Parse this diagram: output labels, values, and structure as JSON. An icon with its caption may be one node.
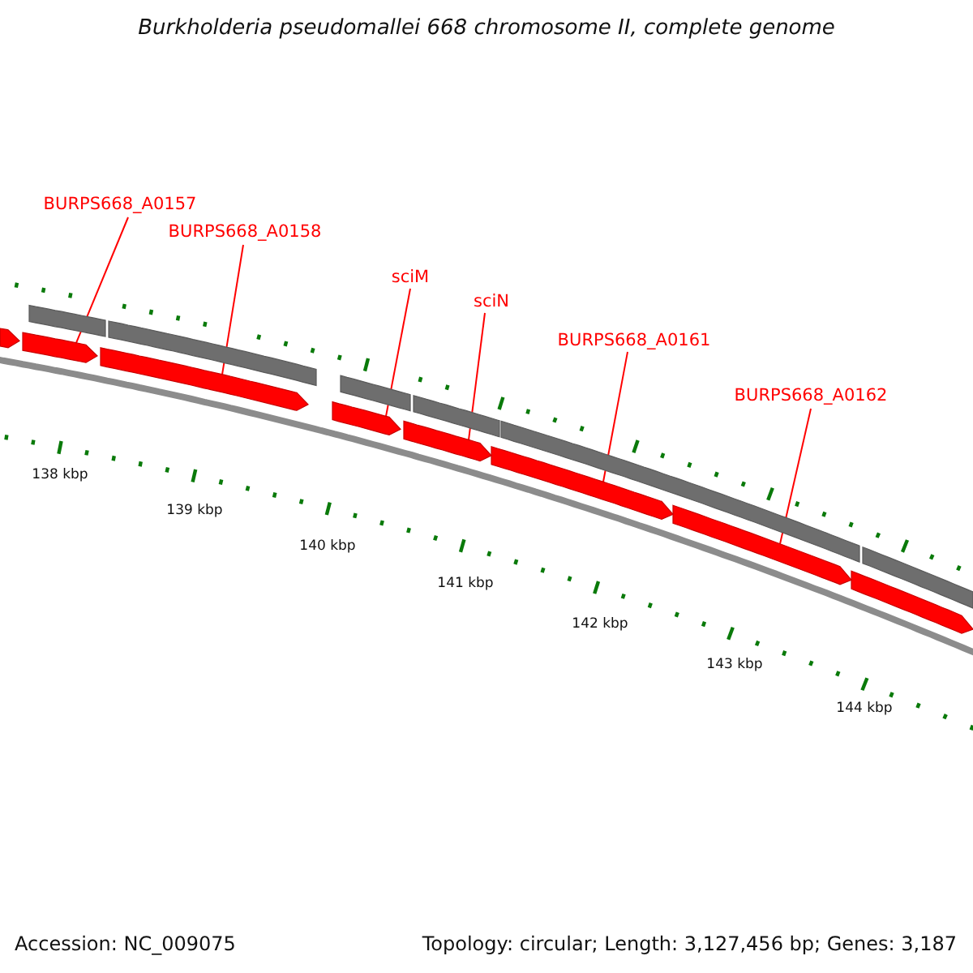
{
  "diagram": {
    "title": "Burkholderia pseudomallei 668 chromosome II, complete genome",
    "nodes": [
      {
        "text": [
          "BURPS668_A0157"
        ]
      },
      {
        "text": [
          "BURPS668_A0158"
        ]
      },
      {
        "text": [
          "sciM"
        ]
      },
      {
        "text": [
          "sciN"
        ]
      },
      {
        "text": [
          "BURPS668_A0161"
        ]
      },
      {
        "text": [
          "BURPS668_A0162"
        ]
      },
      {
        "text": [],
        "shape": "arrow"
      },
      {
        "text": [],
        "shape": "arrow"
      },
      {
        "text": [],
        "shape": "arrow"
      },
      {
        "text": [],
        "shape": "arrow"
      },
      {
        "text": [],
        "shape": "arrow"
      },
      {
        "text": [],
        "shape": "arrow"
      },
      {
        "text": [],
        "shape": "arrow"
      },
      {
        "text": [],
        "shape": "bar"
      },
      {
        "text": [],
        "shape": "bar"
      },
      {
        "text": [],
        "shape": "bar"
      },
      {
        "text": [],
        "shape": "bar"
      },
      {
        "text": [],
        "shape": "bar"
      },
      {
        "text": [],
        "shape": "bar"
      },
      {
        "text": [],
        "shape": "arrow"
      }
    ],
    "edges": [
      {
        "from": 0,
        "to": 6,
        "arrow": "none"
      },
      {
        "from": 1,
        "to": 7,
        "arrow": "none"
      },
      {
        "from": 2,
        "to": 8,
        "arrow": "none"
      },
      {
        "from": 3,
        "to": 9,
        "arrow": "none"
      },
      {
        "from": 4,
        "to": 10,
        "arrow": "none"
      },
      {
        "from": 5,
        "to": 11,
        "arrow": "none"
      }
    ],
    "labels": [
      "138 kbp",
      "139 kbp",
      "140 kbp",
      "141 kbp",
      "142 kbp",
      "143 kbp",
      "144 kbp",
      "Accession: NC_009075",
      "Topology: circular; Length: 3,127,456 bp; Genes: 3,187"
    ]
  }
}
